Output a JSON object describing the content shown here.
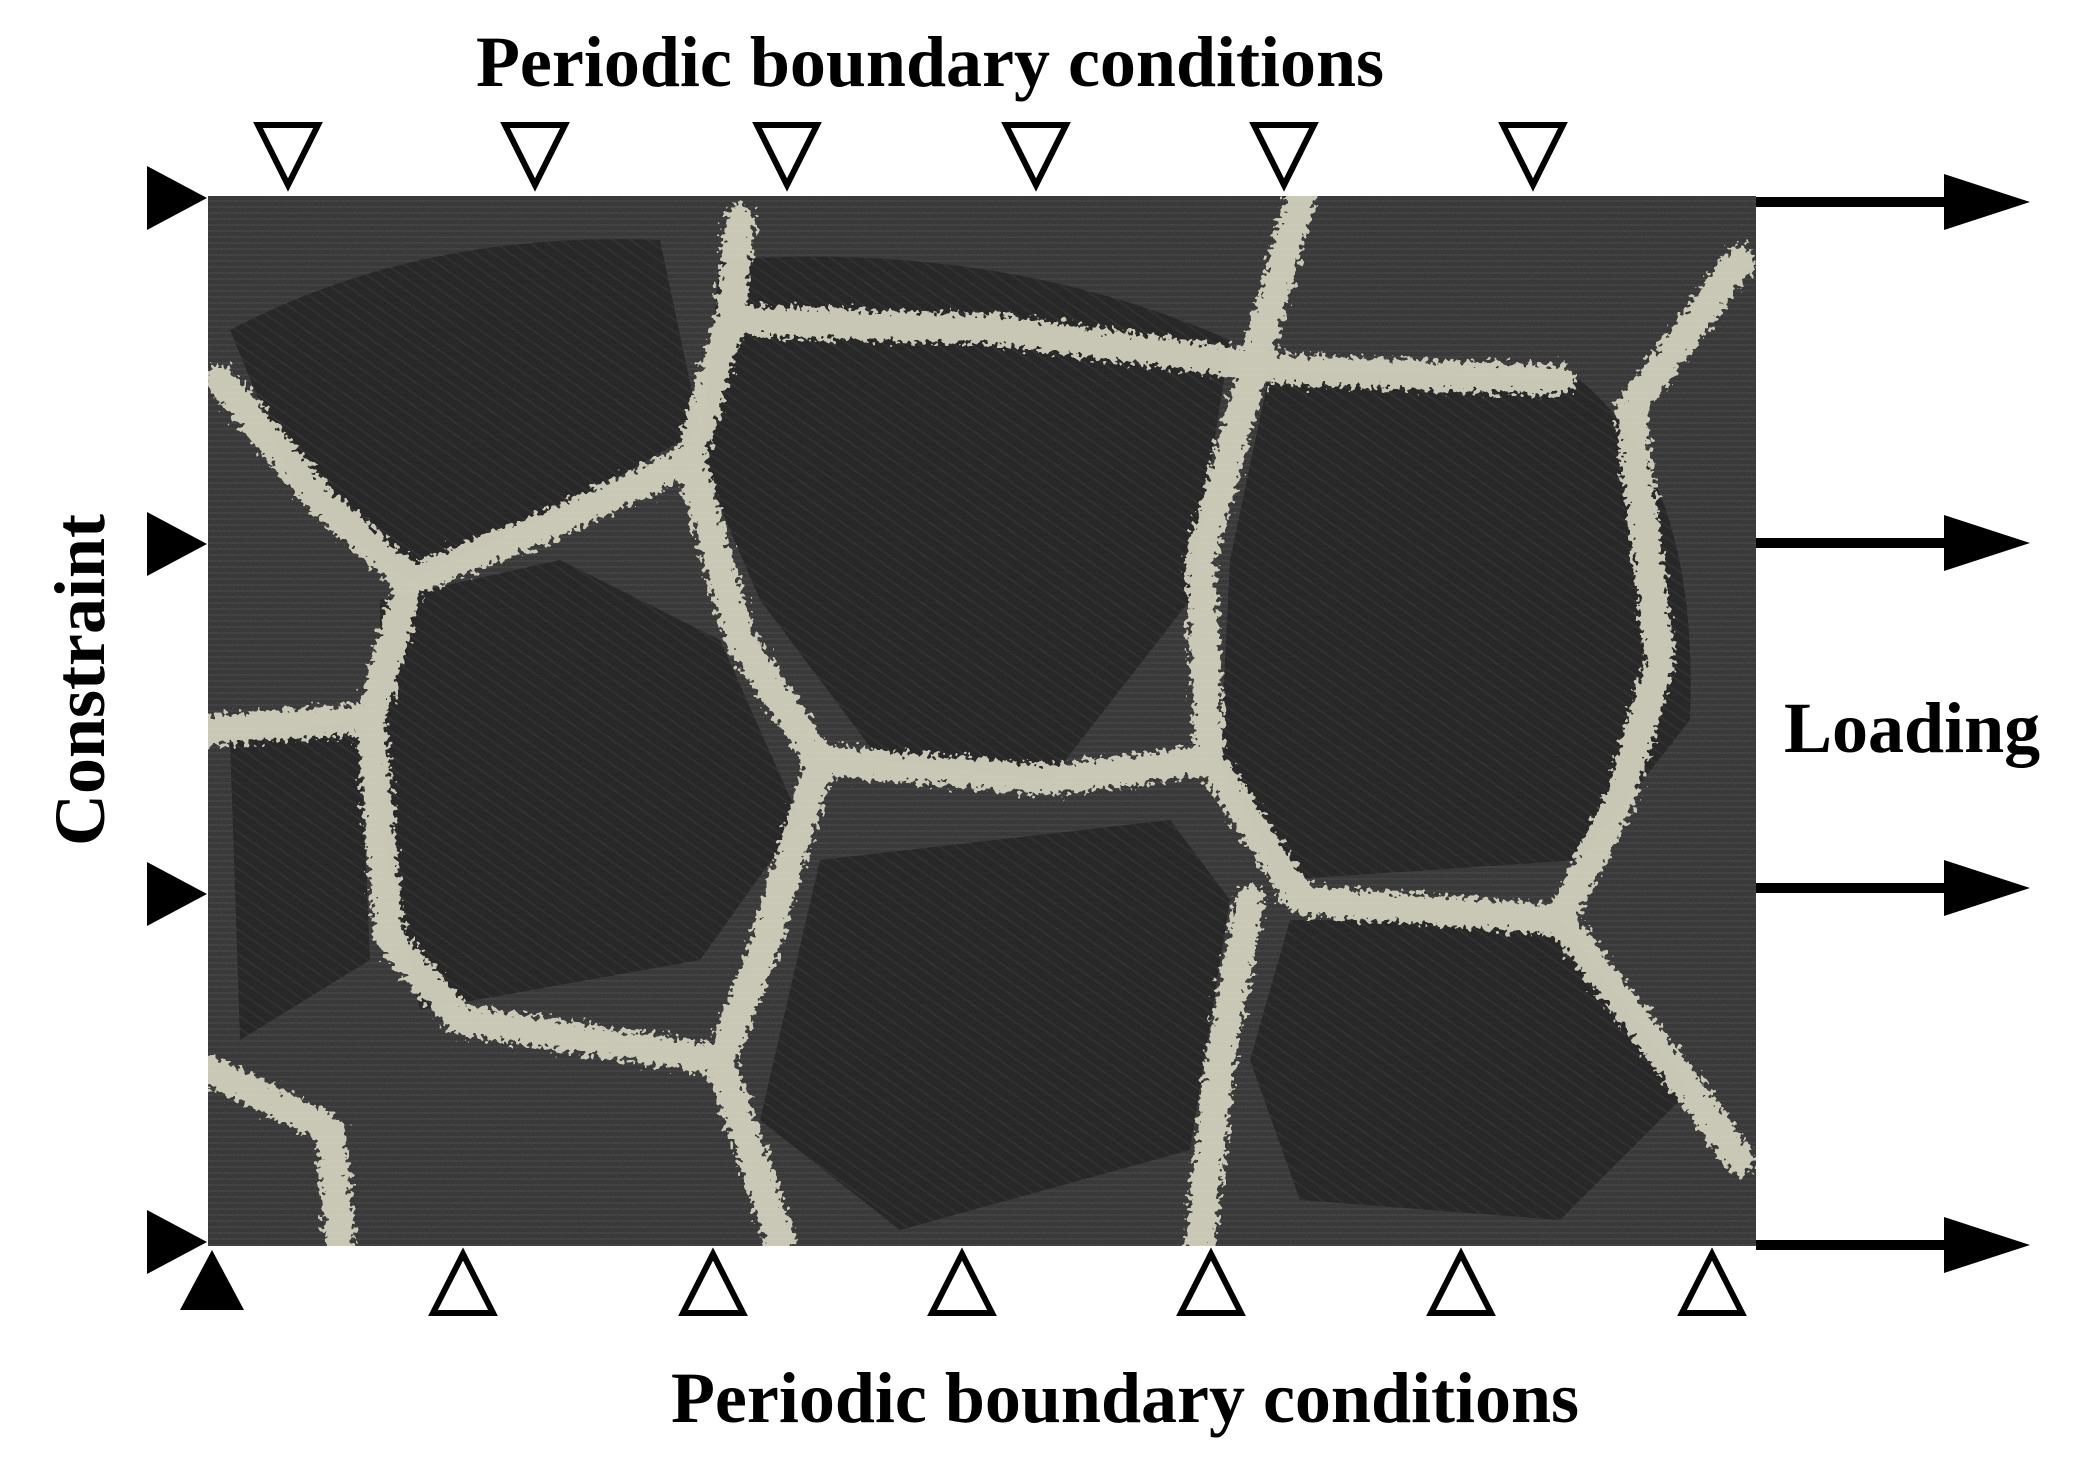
{
  "labels": {
    "top": "Periodic boundary conditions",
    "bottom": "Periodic boundary conditions",
    "left": "Constraint",
    "right": "Loading"
  },
  "colors": {
    "specimen_background": "#4a4a4a",
    "grain": "#2c2c2c",
    "grain_boundary": "#d8d6c4",
    "symbols": "#000000"
  },
  "icons": {
    "top_supports": "open-triangle-down-icon",
    "bottom_supports": "open-triangle-up-icon",
    "left_constraints": "filled-triangle-right-icon",
    "pin_support": "filled-triangle-up-icon",
    "loads": "arrow-right-icon"
  },
  "counts": {
    "top_supports": 6,
    "bottom_supports": 6,
    "left_constraints": 4,
    "loads": 4
  }
}
